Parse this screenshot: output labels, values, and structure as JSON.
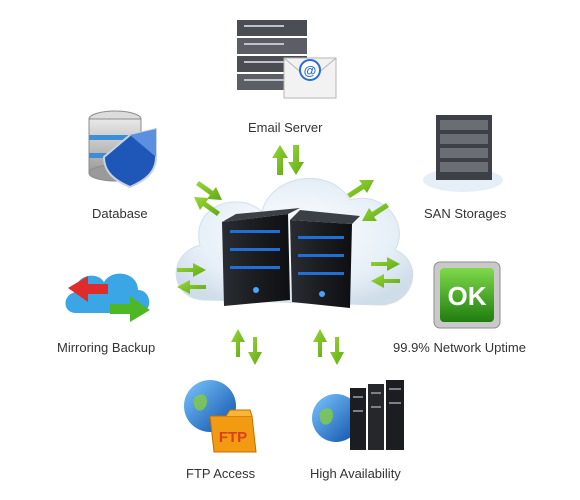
{
  "nodes": {
    "email_server": {
      "label": "Email Server",
      "icon": "email-server-icon"
    },
    "database": {
      "label": "Database",
      "icon": "database-shield-icon"
    },
    "san_storages": {
      "label": "SAN Storages",
      "icon": "san-storage-rack-icon"
    },
    "network_uptime": {
      "label": "99.9% Network Uptime",
      "icon": "ok-badge-icon",
      "badge_text": "OK"
    },
    "mirroring_backup": {
      "label": "Mirroring Backup",
      "icon": "cloud-sync-icon"
    },
    "ftp_access": {
      "label": "FTP Access",
      "icon": "ftp-folder-icon",
      "folder_text": "FTP"
    },
    "high_availability": {
      "label": "High Availability",
      "icon": "globe-servers-icon"
    }
  },
  "center": {
    "icon": "cloud-server-cluster-icon"
  },
  "colors": {
    "arrow": "#7dc21e",
    "label": "#333333",
    "ok_green": "#3fa31a",
    "cloud": "#dde9f3"
  }
}
